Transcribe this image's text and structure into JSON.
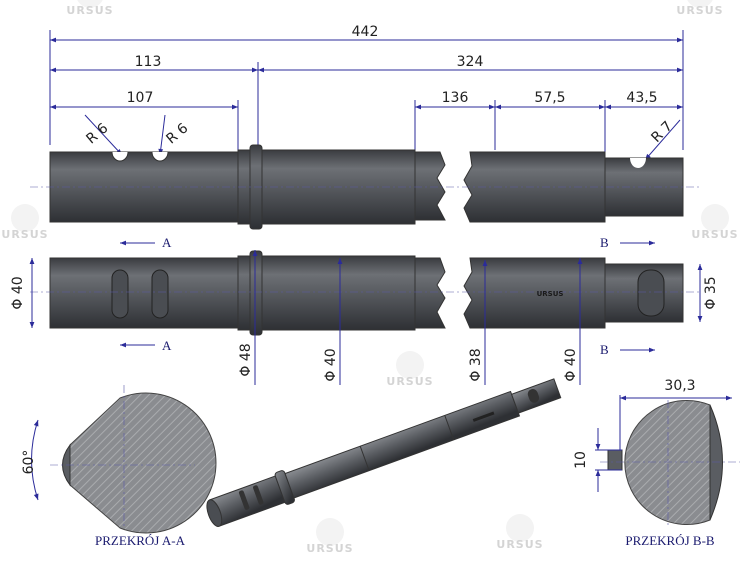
{
  "watermark": "URSUS",
  "dimensions": {
    "overall_length": "442",
    "left_length": "113",
    "right_length": "324",
    "flat_length": "107",
    "section_136": "136",
    "section_57_5": "57,5",
    "section_43_5": "43,5",
    "radius_left_1": "R 6",
    "radius_left_2": "R 6",
    "radius_right": "R 7",
    "dia_end_left": "Φ 40",
    "dia_collar": "Φ 48",
    "dia_main": "Φ 40",
    "dia_38": "Φ 38",
    "dia_right": "Φ 40",
    "dia_end_right": "Φ 35",
    "angle": "60°",
    "flat_width_bb": "30,3",
    "keyway_width": "10"
  },
  "section_markers": {
    "a_top": "A",
    "a_bottom": "A",
    "b_top": "B",
    "b_bottom": "B"
  },
  "sections": {
    "a_label": "PRZEKRÓJ A-A",
    "b_label": "PRZEKRÓJ B-B"
  },
  "part_marking": "URSUS",
  "colors": {
    "dimension_line": "#2b2b9a",
    "metal": "#55585c",
    "label": "#1a1a6e",
    "watermark": "#e6e6e6"
  }
}
